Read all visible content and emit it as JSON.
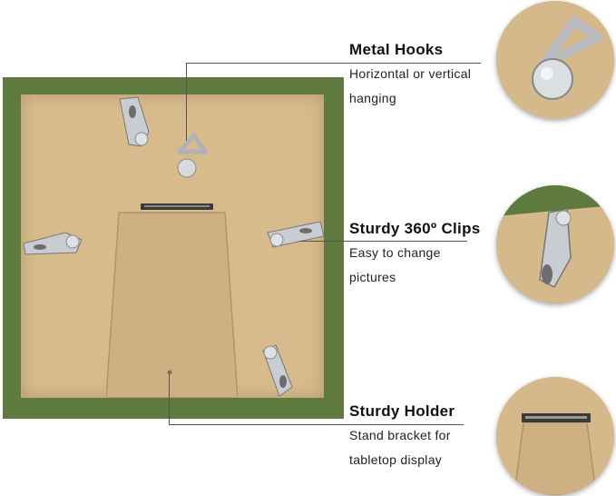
{
  "features": [
    {
      "title": "Metal Hooks",
      "desc_line1": "Horizontal or vertical",
      "desc_line2": "hanging"
    },
    {
      "title": "Sturdy 360º Clips",
      "desc_line1": "Easy to change",
      "desc_line2": "pictures"
    },
    {
      "title": "Sturdy Holder",
      "desc_line1": "Stand bracket for",
      "desc_line2": "tabletop display"
    }
  ],
  "colors": {
    "frame": "#5f7a3e",
    "backboard": "#d8bb8c",
    "metal": "#c9ccd0"
  },
  "icons": [
    "sawtooth-hook-icon",
    "turn-clip-icon",
    "stand-bracket-icon"
  ]
}
